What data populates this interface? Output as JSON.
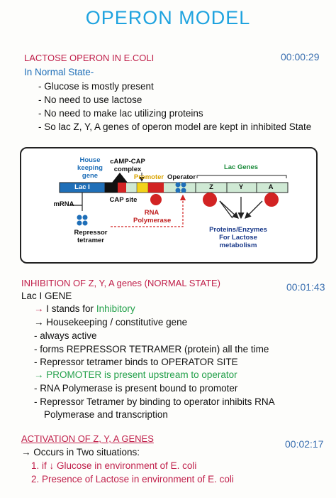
{
  "page": {
    "title": "OPERON MODEL"
  },
  "section1": {
    "heading": "LACTOSE OPERON IN E.COLI",
    "timestamp": "00:00:29",
    "subheading": "In Normal State-",
    "bullets": [
      "- Glucose is mostly present",
      "- No need to use lactose",
      "- No need to make lac utilizing proteins",
      "- So lac Z, Y, A genes of operon model are kept in inhibited State"
    ]
  },
  "diagram": {
    "housekeeping_gene": "House keeping gene",
    "camp_cap_complex": "cAMP-CAP complex",
    "promoter": "Promoter",
    "operator": "Operator",
    "lac_genes": "Lac Genes",
    "lac_i": "Lac I",
    "cap_site": "CAP site",
    "gene_z": "Z",
    "gene_y": "Y",
    "gene_a": "A",
    "mrna": "mRNA",
    "repressor_tetramer": "Repressor tetramer",
    "rna_polymerase": "RNA Polymerase",
    "proteins_enzymes": "Proteins/Enzymes For Lactose metabolism",
    "colors": {
      "gene_bar": "#cfe9d4",
      "lac_i": "#1f6fb8",
      "promoter": "#f2d21b",
      "cap_site_block": "#d22323",
      "repressor": "#1f6fb8",
      "polymerase": "#d22323"
    }
  },
  "section2": {
    "heading": "INHIBITION OF Z, Y, A genes (NORMAL STATE)",
    "timestamp": "00:01:43",
    "subheading": "Lac I GENE",
    "items": [
      {
        "prefix": "→ ",
        "text": "I stands for ",
        "accent": "Inhibitory"
      },
      {
        "prefix": "→ ",
        "text": "Housekeeping / constitutive gene"
      },
      {
        "prefix": "- ",
        "text": "always active"
      },
      {
        "prefix": "- ",
        "text": "forms REPRESSOR TETRAMER (protein) all the time"
      },
      {
        "prefix": "- ",
        "text": "Repressor tetramer binds to OPERATOR SITE"
      },
      {
        "prefix": "→ ",
        "text": "PROMOTER is present upstream to operator"
      },
      {
        "prefix": "- ",
        "text": "RNA Polymerase is present bound to promoter"
      },
      {
        "prefix": "- ",
        "text": "Repressor Tetramer by binding to operator inhibits RNA"
      },
      {
        "prefix": "",
        "text": "Polymerase and transcription"
      }
    ]
  },
  "section3": {
    "heading": "ACTIVATION OF Z, Y, A GENES",
    "timestamp": "00:02:17",
    "intro": "→ Occurs in Two situations:",
    "items": [
      "1. if ↓ Glucose in environment of E. coli",
      "2. Presence of Lactose in environment of E. coli"
    ]
  }
}
